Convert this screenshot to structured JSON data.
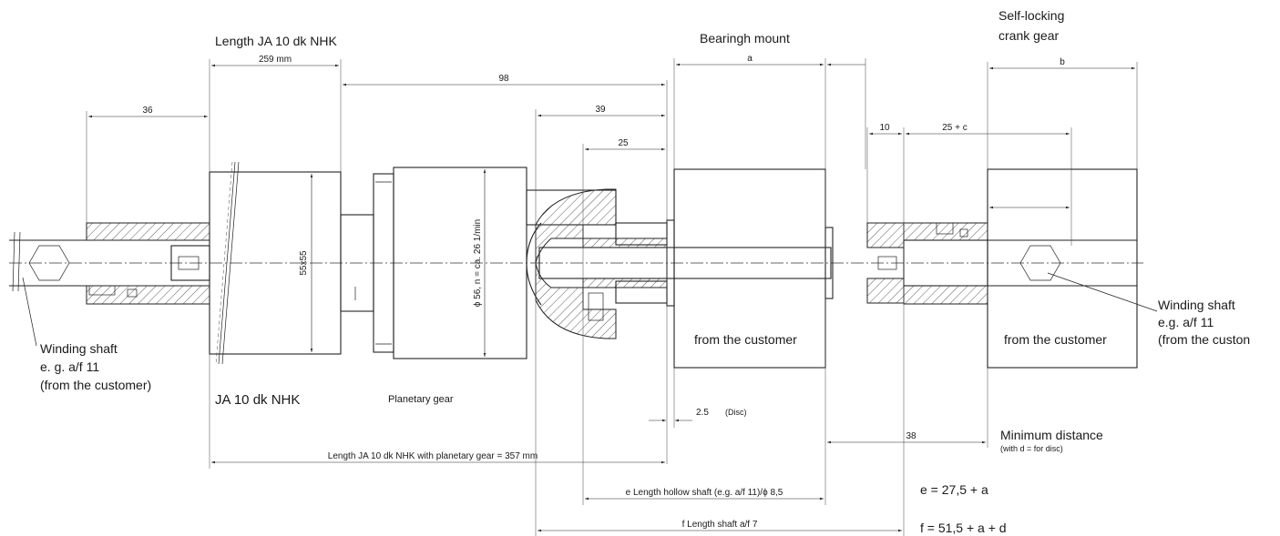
{
  "labels": {
    "length_ja_top": "Length JA 10 dk NHK",
    "bearing_mount": "Bearingh mount",
    "self_locking_1": "Self-locking",
    "self_locking_2": "crank gear",
    "winding_left_1": "Winding shaft",
    "winding_left_2": "e. g. a/f 11",
    "winding_left_3": "(from the customer)",
    "winding_right_1": "Winding shaft",
    "winding_right_2": "e.g. a/f 11",
    "winding_right_3": "(from the custon",
    "ja_motor": "JA 10 dk NHK",
    "planetary": "Planetary gear",
    "from_customer_1": "from the customer",
    "from_customer_2": "from the customer",
    "min_distance": "Minimum distance",
    "min_distance_sub": "(with d = for disc)",
    "disc": "(Disc)"
  },
  "dimensions": {
    "d_259": "259 mm",
    "d_98": "98",
    "d_36": "36",
    "d_39": "39",
    "d_25": "25",
    "d_a": "a",
    "d_b": "b",
    "d_10": "10",
    "d_25c": "25 + c",
    "d_55x55": "55x55",
    "d_56": "ϕ 56, n = ca. 26 1/min",
    "d_2_5": "2.5",
    "d_38": "38",
    "d_total": "Length JA 10 dk NHK with planetary gear = 357 mm",
    "d_e": "e Length hollow shaft (e.g. a/f 11)/ϕ 8,5",
    "d_f": "f  Length shaft a/f 7"
  },
  "formulas": {
    "e": "e = 27,5 + a",
    "f": "f = 51,5 + a + d"
  }
}
